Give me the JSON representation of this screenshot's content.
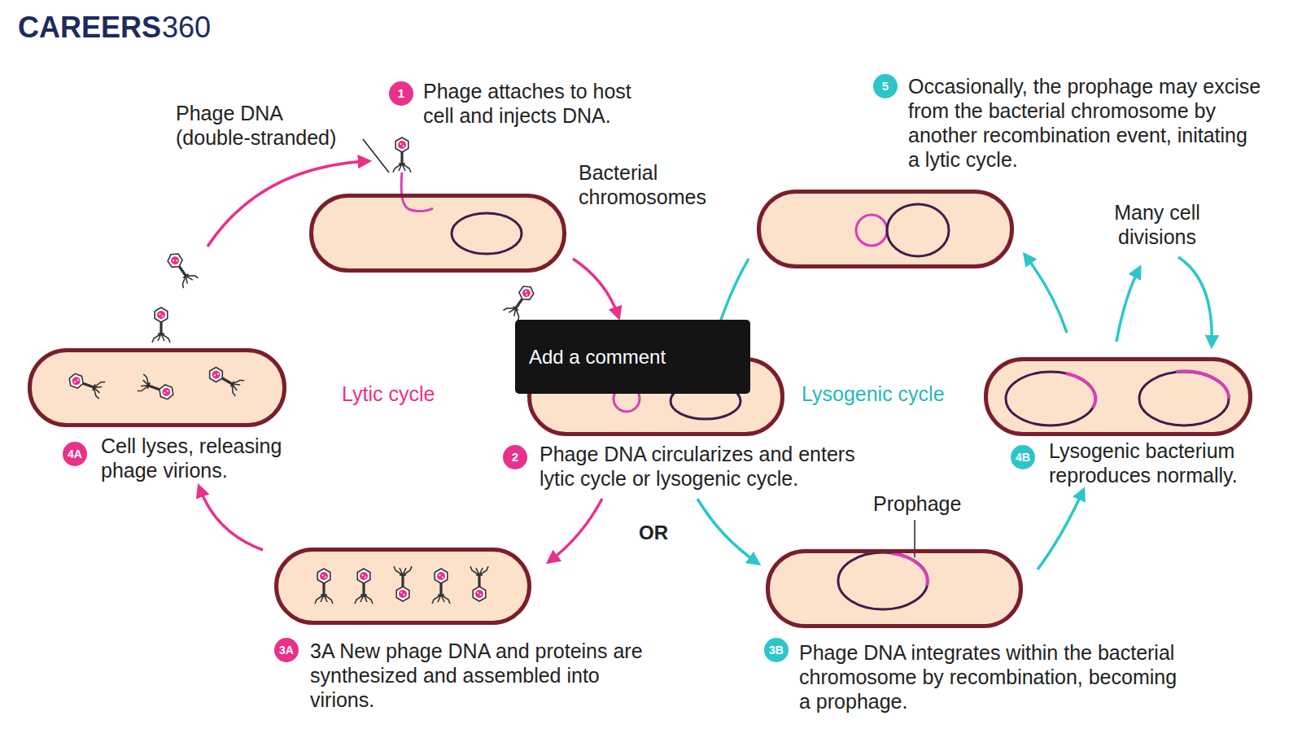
{
  "diagram": {
    "nodes": [
      {
        "text": [
          "Phage attaches to host cell and injects DNA."
        ]
      },
      {
        "text": [
          "Phage DNA circularizes and enters lytic cycle or lysogenic cycle."
        ]
      },
      {
        "text": [
          "3A New phage DNA and proteins are synthesized and assembled into virions."
        ]
      },
      {
        "text": [
          "Cell lyses, releasing phage virions."
        ]
      },
      {
        "text": [
          "Phage DNA integrates within the bacterial chromosome by recombination, becoming a prophage."
        ]
      },
      {
        "text": [
          "Lysogenic bacterium reproduces normally."
        ]
      },
      {
        "text": [
          "Occasionally, the prophage may excise from the bacterial chromosome by another recombination event, initating a lytic cycle."
        ]
      }
    ],
    "edges": [
      {
        "from": 0,
        "to": 1,
        "arrow": "to"
      },
      {
        "from": 1,
        "to": 2,
        "arrow": "to"
      },
      {
        "from": 2,
        "to": 3,
        "arrow": "to"
      },
      {
        "from": 3,
        "to": 0,
        "arrow": "to"
      },
      {
        "from": 1,
        "to": 4,
        "arrow": "to"
      },
      {
        "from": 4,
        "to": 5,
        "arrow": "to"
      },
      {
        "from": 5,
        "to": 6,
        "arrow": "to"
      },
      {
        "from": 6,
        "to": 1,
        "arrow": "none"
      }
    ],
    "labels": [
      "CAREERS",
      "360",
      "1",
      "Phage DNA (double-stranded)",
      "Bacterial chromosomes",
      "5",
      "Many cell divisions",
      "Add a comment",
      "Lytic cycle",
      "Lysogenic cycle",
      "4A",
      "2",
      "4B",
      "OR",
      "Prophage",
      "3A",
      "3B"
    ]
  }
}
